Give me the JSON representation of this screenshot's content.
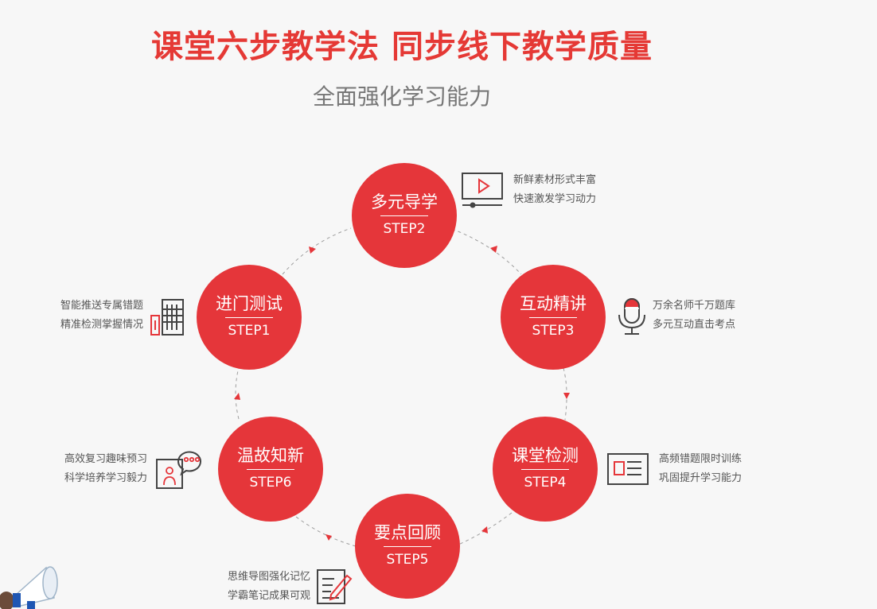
{
  "header": {
    "title": "课堂六步教学法 同步线下教学质量",
    "subtitle": "全面强化学习能力"
  },
  "colors": {
    "accent": "#e5363a",
    "title": "#e53935",
    "subtitle": "#777777",
    "text": "#555555",
    "icon_dark": "#444444",
    "connector": "#9e9e9e"
  },
  "steps": [
    {
      "name": "进门测试",
      "step": "STEP1",
      "lines": [
        "智能推送专属错题",
        "精准检测掌握情况"
      ],
      "icon": "building-icon"
    },
    {
      "name": "多元导学",
      "step": "STEP2",
      "lines": [
        "新鲜素材形式丰富",
        "快速激发学习动力"
      ],
      "icon": "video-player-icon"
    },
    {
      "name": "互动精讲",
      "step": "STEP3",
      "lines": [
        "万余名师千万题库",
        "多元互动直击考点"
      ],
      "icon": "microphone-icon"
    },
    {
      "name": "课堂检测",
      "step": "STEP4",
      "lines": [
        "高频错题限时训练",
        "巩固提升学习能力"
      ],
      "icon": "newspaper-icon"
    },
    {
      "name": "要点回顾",
      "step": "STEP5",
      "lines": [
        "思维导图强化记忆",
        "学霸笔记成果可观"
      ],
      "icon": "notes-pencil-icon"
    },
    {
      "name": "温故知新",
      "step": "STEP6",
      "lines": [
        "高效复习趣味预习",
        "科学培养学习毅力"
      ],
      "icon": "chat-person-icon"
    }
  ]
}
